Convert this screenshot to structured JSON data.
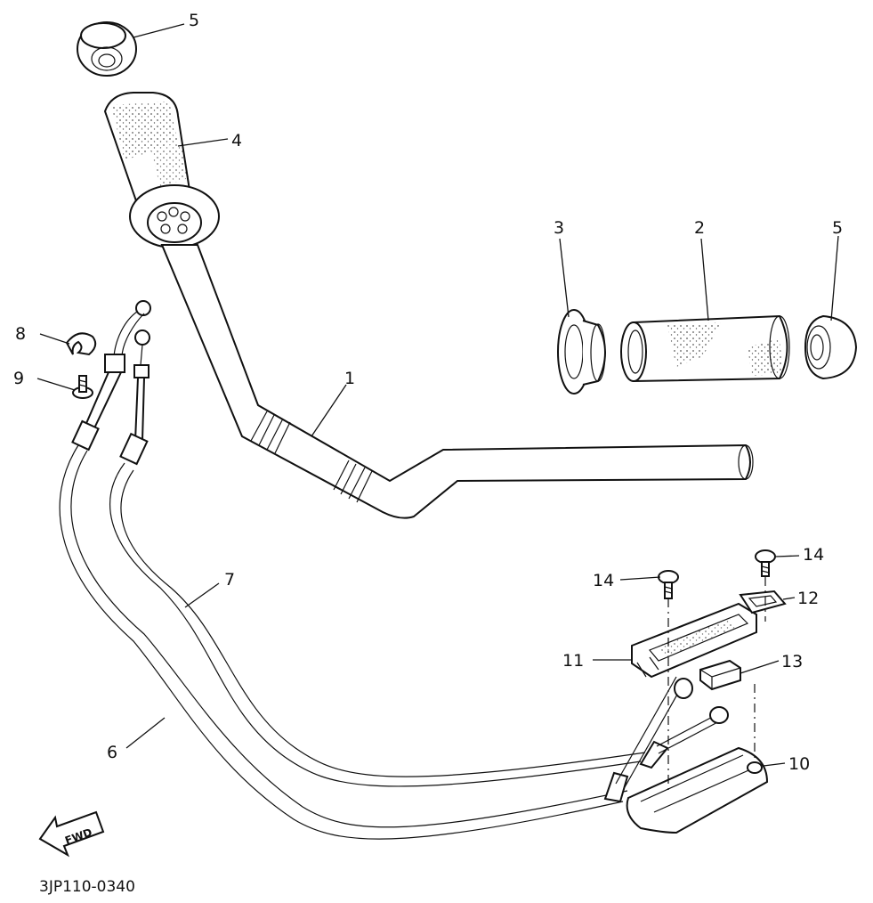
{
  "callouts": {
    "c1": "1",
    "c2": "2",
    "c3": "3",
    "c4": "4",
    "c5a": "5",
    "c5b": "5",
    "c6": "6",
    "c7": "7",
    "c8": "8",
    "c9": "9",
    "c10": "10",
    "c11": "11",
    "c12": "12",
    "c13": "13",
    "c14a": "14",
    "c14b": "14"
  },
  "direction_arrow": "FWD",
  "diagram_code": "3JP110-0340"
}
